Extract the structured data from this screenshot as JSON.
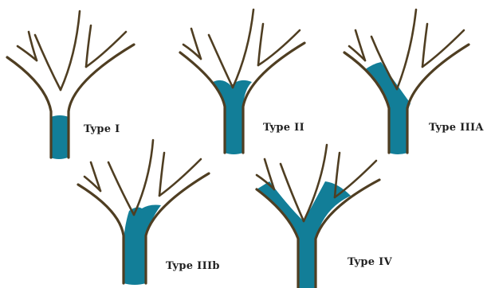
{
  "colors": {
    "tumor": "#127e98",
    "duct_wall": "#4f3e22",
    "background": "#ffffff"
  },
  "diagrams": [
    {
      "id": "type-1",
      "label": "Type I"
    },
    {
      "id": "type-2",
      "label": "Type II"
    },
    {
      "id": "type-3a",
      "label": "Type IIIA"
    },
    {
      "id": "type-3b",
      "label": "Type IIIb"
    },
    {
      "id": "type-4",
      "label": "Type IV"
    }
  ]
}
